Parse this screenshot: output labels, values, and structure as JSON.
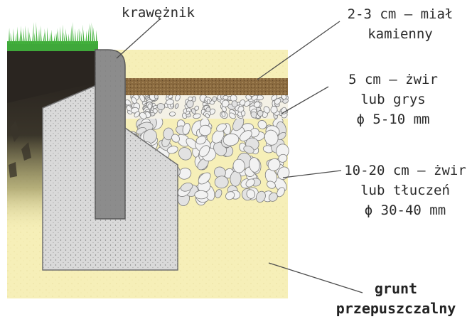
{
  "labels": {
    "curb": "krawężnik",
    "dust_line1": "2-3 cm – miał",
    "dust_line2": "kamienny",
    "grit_line1": "5 cm – żwir",
    "grit_line2": "lub grys",
    "grit_line3": "ϕ 5-10 mm",
    "gravel_line1": "10-20 cm – żwir",
    "gravel_line2": "lub tłuczeń",
    "gravel_line3": "ϕ 30-40 mm",
    "soil_line1": "grunt",
    "soil_line2": "przepuszczalny"
  },
  "colors": {
    "grass": "#3fa83a",
    "dark_soil": "#2a2520",
    "concrete": "#d9d9d9",
    "curb": "#8c8c8c",
    "stone_dust": "#8a6a3f",
    "sand": "#f6efb8",
    "stones": "#f2f2f2",
    "leader_line": "#4d4d4d"
  }
}
